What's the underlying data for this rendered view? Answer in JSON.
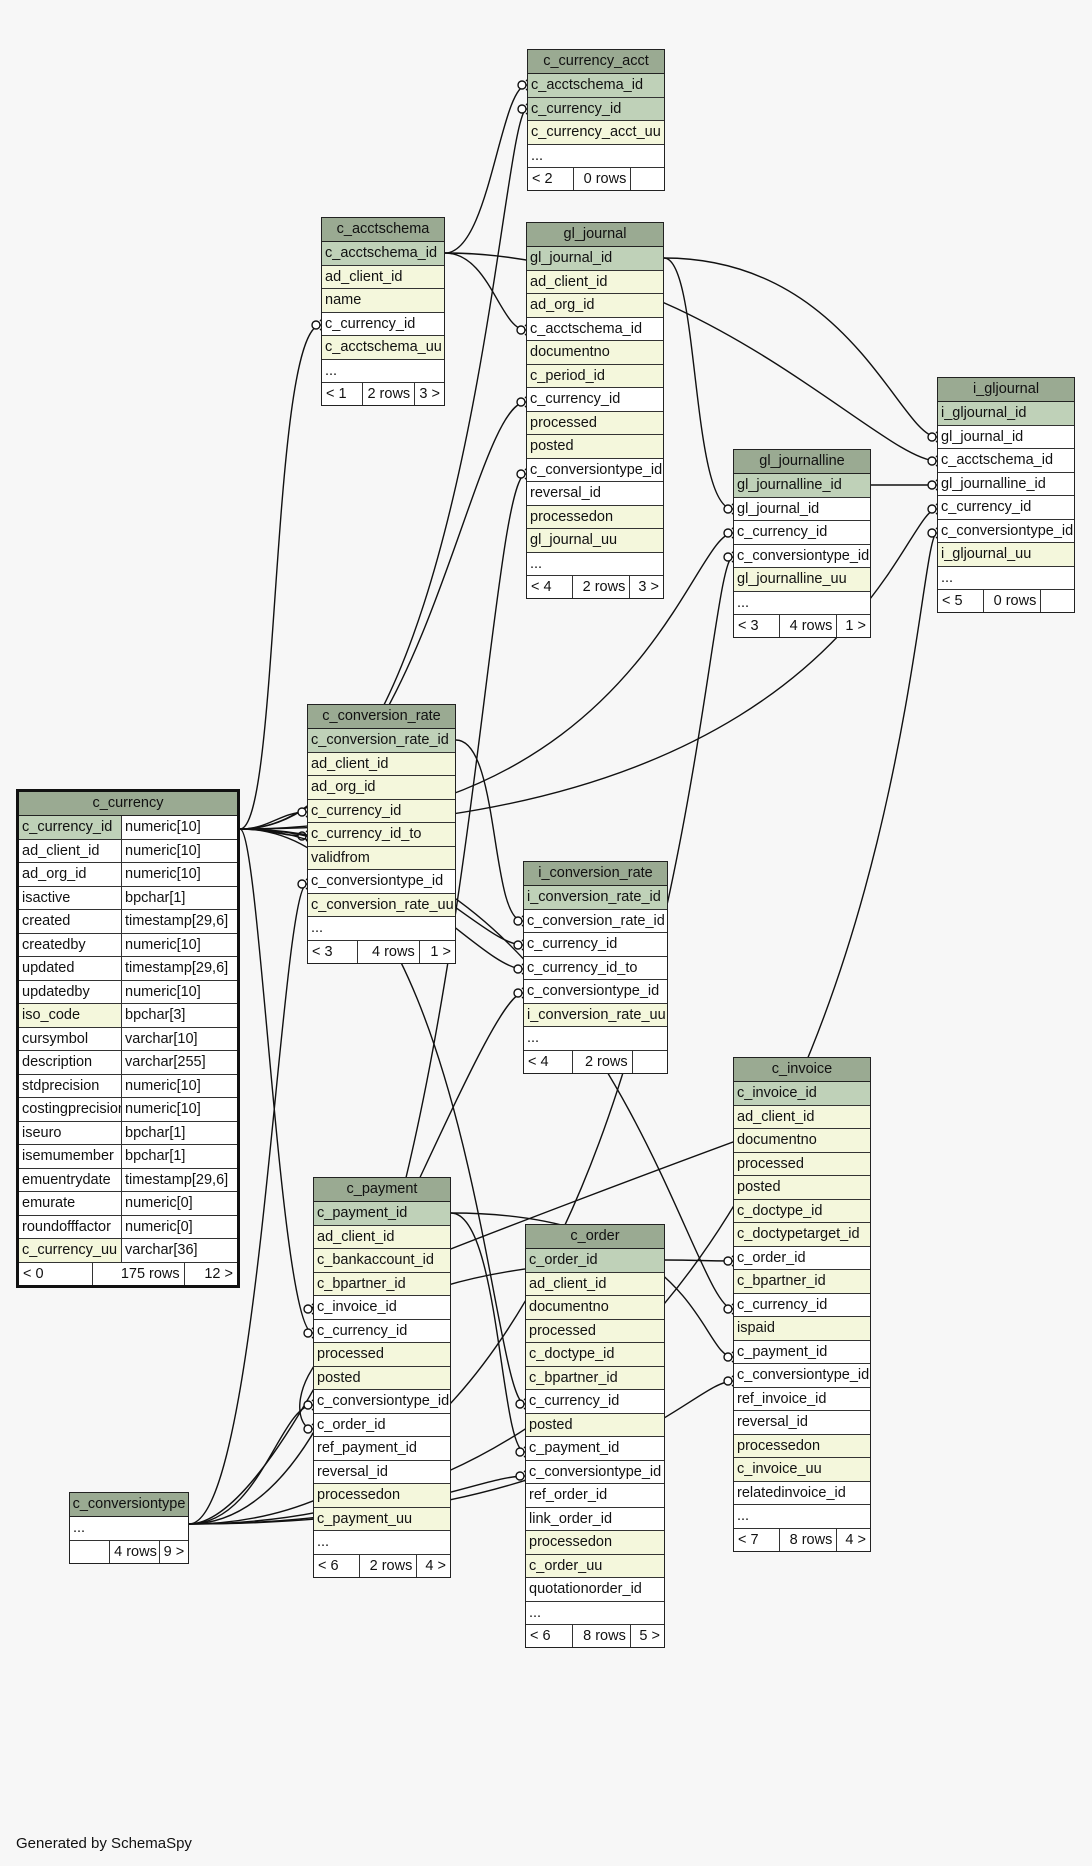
{
  "footer": "Generated by SchemaSpy",
  "colors": {
    "header": "#9aaa92",
    "primary_key": "#bfd1b8",
    "indexed": "#f4f7dc",
    "background": "#f7f7f7"
  },
  "tables": [
    {
      "id": "c_currency_acct",
      "name": "c_currency_acct",
      "rows": [
        [
          "c_acctschema_id",
          "pk"
        ],
        [
          "c_currency_id",
          "pk"
        ],
        [
          "c_currency_acct_uu",
          "idx"
        ],
        [
          "...",
          ""
        ]
      ],
      "footer": [
        "< 2",
        "0 rows",
        ""
      ]
    },
    {
      "id": "c_acctschema",
      "name": "c_acctschema",
      "rows": [
        [
          "c_acctschema_id",
          "pk"
        ],
        [
          "ad_client_id",
          "idx"
        ],
        [
          "name",
          "idx"
        ],
        [
          "c_currency_id",
          ""
        ],
        [
          "c_acctschema_uu",
          "idx"
        ],
        [
          "...",
          ""
        ]
      ],
      "footer": [
        "< 1",
        "2 rows",
        "3 >"
      ]
    },
    {
      "id": "gl_journal",
      "name": "gl_journal",
      "rows": [
        [
          "gl_journal_id",
          "pk"
        ],
        [
          "ad_client_id",
          "idx"
        ],
        [
          "ad_org_id",
          "idx"
        ],
        [
          "c_acctschema_id",
          ""
        ],
        [
          "documentno",
          "idx"
        ],
        [
          "c_period_id",
          "idx"
        ],
        [
          "c_currency_id",
          ""
        ],
        [
          "processed",
          "idx"
        ],
        [
          "posted",
          "idx"
        ],
        [
          "c_conversiontype_id",
          ""
        ],
        [
          "reversal_id",
          ""
        ],
        [
          "processedon",
          "idx"
        ],
        [
          "gl_journal_uu",
          "idx"
        ],
        [
          "...",
          ""
        ]
      ],
      "footer": [
        "< 4",
        "2 rows",
        "3 >"
      ]
    },
    {
      "id": "i_gljournal",
      "name": "i_gljournal",
      "rows": [
        [
          "i_gljournal_id",
          "pk"
        ],
        [
          "gl_journal_id",
          ""
        ],
        [
          "c_acctschema_id",
          ""
        ],
        [
          "gl_journalline_id",
          ""
        ],
        [
          "c_currency_id",
          ""
        ],
        [
          "c_conversiontype_id",
          ""
        ],
        [
          "i_gljournal_uu",
          "idx"
        ],
        [
          "...",
          ""
        ]
      ],
      "footer": [
        "< 5",
        "0 rows",
        ""
      ]
    },
    {
      "id": "gl_journalline",
      "name": "gl_journalline",
      "rows": [
        [
          "gl_journalline_id",
          "pk"
        ],
        [
          "gl_journal_id",
          ""
        ],
        [
          "c_currency_id",
          ""
        ],
        [
          "c_conversiontype_id",
          ""
        ],
        [
          "gl_journalline_uu",
          "idx"
        ],
        [
          "...",
          ""
        ]
      ],
      "footer": [
        "< 3",
        "4 rows",
        "1 >"
      ]
    },
    {
      "id": "c_conversion_rate",
      "name": "c_conversion_rate",
      "rows": [
        [
          "c_conversion_rate_id",
          "pk"
        ],
        [
          "ad_client_id",
          "idx"
        ],
        [
          "ad_org_id",
          "idx"
        ],
        [
          "c_currency_id",
          "idx"
        ],
        [
          "c_currency_id_to",
          "idx"
        ],
        [
          "validfrom",
          "idx"
        ],
        [
          "c_conversiontype_id",
          ""
        ],
        [
          "c_conversion_rate_uu",
          "idx"
        ],
        [
          "...",
          ""
        ]
      ],
      "footer": [
        "< 3",
        "4 rows",
        "1 >"
      ]
    },
    {
      "id": "i_conversion_rate",
      "name": "i_conversion_rate",
      "rows": [
        [
          "i_conversion_rate_id",
          "pk"
        ],
        [
          "c_conversion_rate_id",
          ""
        ],
        [
          "c_currency_id",
          ""
        ],
        [
          "c_currency_id_to",
          ""
        ],
        [
          "c_conversiontype_id",
          ""
        ],
        [
          "i_conversion_rate_uu",
          "idx"
        ],
        [
          "...",
          ""
        ]
      ],
      "footer": [
        "< 4",
        "2 rows",
        ""
      ]
    },
    {
      "id": "c_invoice",
      "name": "c_invoice",
      "rows": [
        [
          "c_invoice_id",
          "pk"
        ],
        [
          "ad_client_id",
          "idx"
        ],
        [
          "documentno",
          "idx"
        ],
        [
          "processed",
          "idx"
        ],
        [
          "posted",
          "idx"
        ],
        [
          "c_doctype_id",
          "idx"
        ],
        [
          "c_doctypetarget_id",
          "idx"
        ],
        [
          "c_order_id",
          ""
        ],
        [
          "c_bpartner_id",
          "idx"
        ],
        [
          "c_currency_id",
          ""
        ],
        [
          "ispaid",
          "idx"
        ],
        [
          "c_payment_id",
          ""
        ],
        [
          "c_conversiontype_id",
          ""
        ],
        [
          "ref_invoice_id",
          ""
        ],
        [
          "reversal_id",
          ""
        ],
        [
          "processedon",
          "idx"
        ],
        [
          "c_invoice_uu",
          "idx"
        ],
        [
          "relatedinvoice_id",
          ""
        ],
        [
          "...",
          ""
        ]
      ],
      "footer": [
        "< 7",
        "8 rows",
        "4 >"
      ]
    },
    {
      "id": "c_payment",
      "name": "c_payment",
      "rows": [
        [
          "c_payment_id",
          "pk"
        ],
        [
          "ad_client_id",
          "idx"
        ],
        [
          "c_bankaccount_id",
          "idx"
        ],
        [
          "c_bpartner_id",
          "idx"
        ],
        [
          "c_invoice_id",
          ""
        ],
        [
          "c_currency_id",
          ""
        ],
        [
          "processed",
          "idx"
        ],
        [
          "posted",
          "idx"
        ],
        [
          "c_conversiontype_id",
          ""
        ],
        [
          "c_order_id",
          ""
        ],
        [
          "ref_payment_id",
          ""
        ],
        [
          "reversal_id",
          ""
        ],
        [
          "processedon",
          "idx"
        ],
        [
          "c_payment_uu",
          "idx"
        ],
        [
          "...",
          ""
        ]
      ],
      "footer": [
        "< 6",
        "2 rows",
        "4 >"
      ]
    },
    {
      "id": "c_order",
      "name": "c_order",
      "rows": [
        [
          "c_order_id",
          "pk"
        ],
        [
          "ad_client_id",
          "idx"
        ],
        [
          "documentno",
          "idx"
        ],
        [
          "processed",
          "idx"
        ],
        [
          "c_doctype_id",
          "idx"
        ],
        [
          "c_bpartner_id",
          "idx"
        ],
        [
          "c_currency_id",
          ""
        ],
        [
          "posted",
          "idx"
        ],
        [
          "c_payment_id",
          ""
        ],
        [
          "c_conversiontype_id",
          ""
        ],
        [
          "ref_order_id",
          ""
        ],
        [
          "link_order_id",
          ""
        ],
        [
          "processedon",
          "idx"
        ],
        [
          "c_order_uu",
          "idx"
        ],
        [
          "quotationorder_id",
          ""
        ],
        [
          "...",
          ""
        ]
      ],
      "footer": [
        "< 6",
        "8 rows",
        "5 >"
      ]
    },
    {
      "id": "c_conversiontype",
      "name": "c_conversiontype",
      "rows": [
        [
          "...",
          ""
        ]
      ],
      "footer": [
        "",
        "4 rows",
        "9 >"
      ]
    }
  ],
  "c_currency": {
    "name": "c_currency",
    "columns": [
      [
        "c_currency_id",
        "numeric[10]",
        "pk"
      ],
      [
        "ad_client_id",
        "numeric[10]",
        ""
      ],
      [
        "ad_org_id",
        "numeric[10]",
        ""
      ],
      [
        "isactive",
        "bpchar[1]",
        ""
      ],
      [
        "created",
        "timestamp[29,6]",
        ""
      ],
      [
        "createdby",
        "numeric[10]",
        ""
      ],
      [
        "updated",
        "timestamp[29,6]",
        ""
      ],
      [
        "updatedby",
        "numeric[10]",
        ""
      ],
      [
        "iso_code",
        "bpchar[3]",
        "idx"
      ],
      [
        "cursymbol",
        "varchar[10]",
        ""
      ],
      [
        "description",
        "varchar[255]",
        ""
      ],
      [
        "stdprecision",
        "numeric[10]",
        ""
      ],
      [
        "costingprecision",
        "numeric[10]",
        ""
      ],
      [
        "iseuro",
        "bpchar[1]",
        ""
      ],
      [
        "isemumember",
        "bpchar[1]",
        ""
      ],
      [
        "emuentrydate",
        "timestamp[29,6]",
        ""
      ],
      [
        "emurate",
        "numeric[0]",
        ""
      ],
      [
        "roundofffactor",
        "numeric[0]",
        ""
      ],
      [
        "c_currency_uu",
        "varchar[36]",
        "idx"
      ]
    ],
    "footer": [
      "< 0",
      "175 rows",
      "12 >"
    ]
  }
}
